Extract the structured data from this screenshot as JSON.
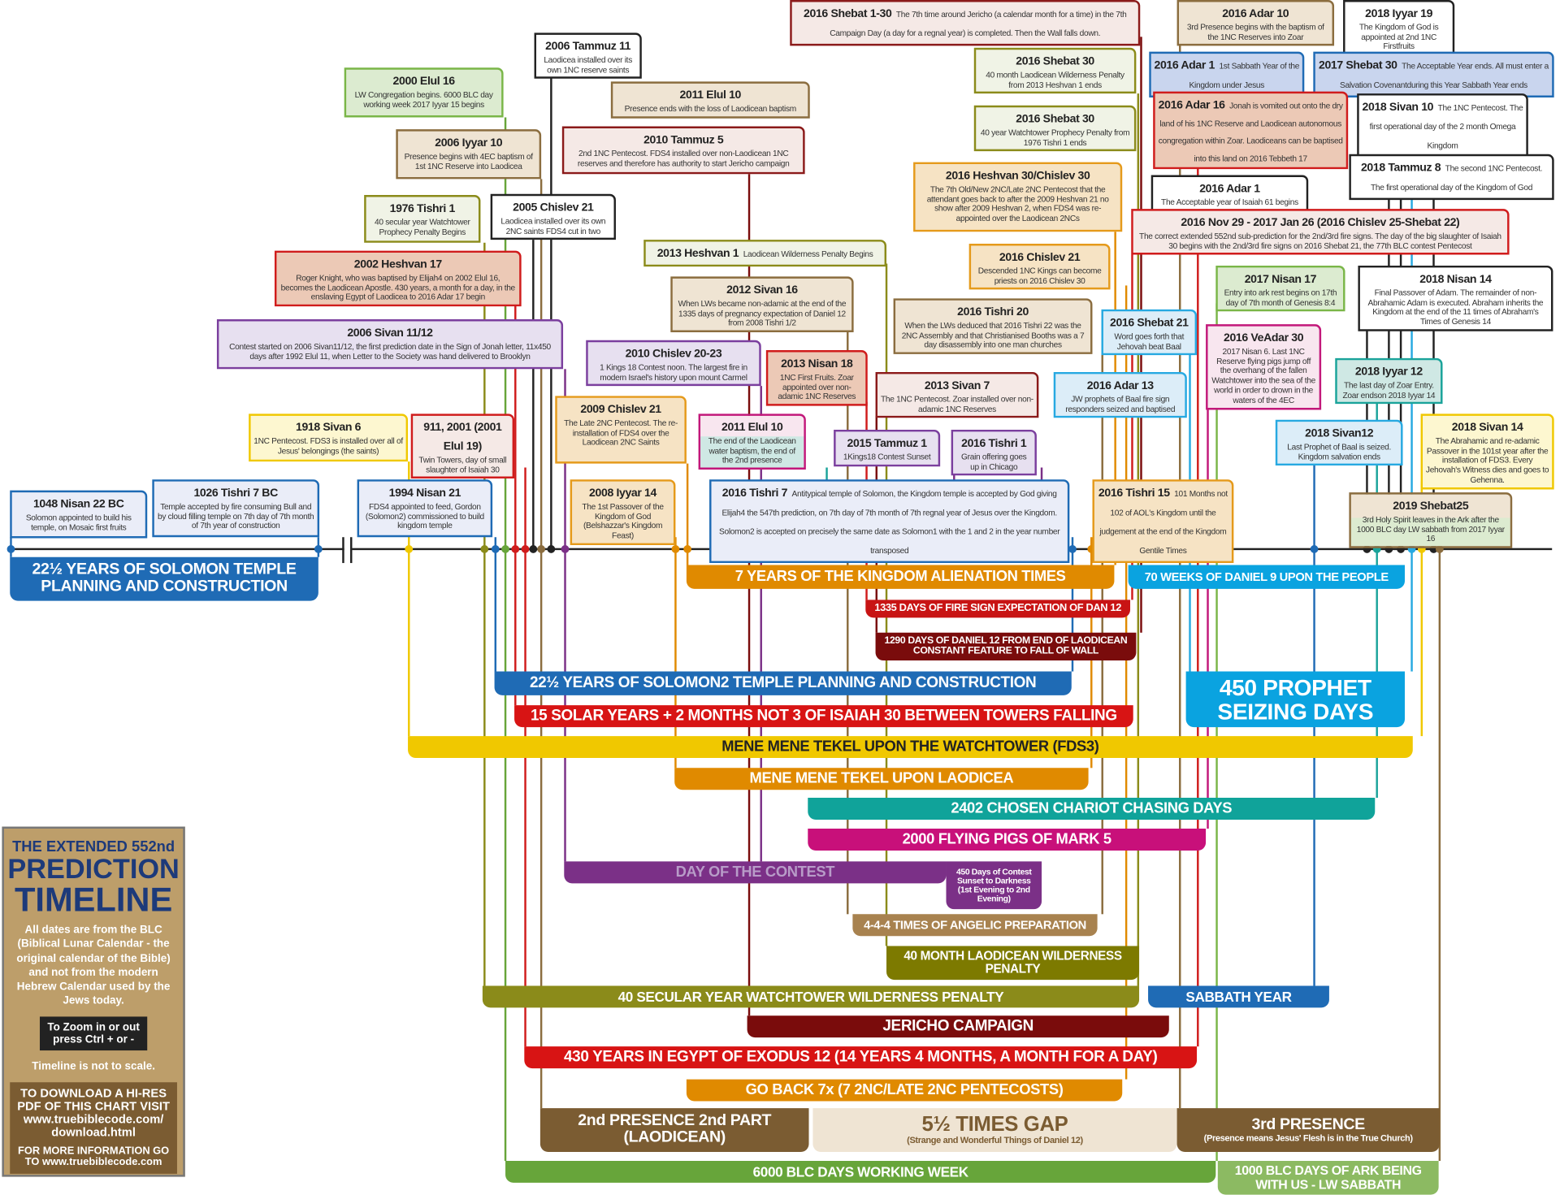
{
  "legend": {
    "title_line1": "THE EXTENDED 552nd",
    "title_line2": "PREDICTION",
    "title_line3": "TIMELINE",
    "description": "All dates are from the BLC (Biblical Lunar Calendar - the original calendar of the Bible) and not from the modern Hebrew Calendar used by the Jews today.",
    "zoom_hint": "To Zoom in or out press Ctrl + or -",
    "scale_note": "Timeline is not to scale.",
    "download": "TO DOWNLOAD A HI-RES PDF OF THIS CHART VISIT www.truebiblecode.com/ download.html",
    "more_info": "FOR MORE INFORMATION GO TO www.truebiblecode.com"
  },
  "events": [
    {
      "date": "2006 Tammuz 11",
      "text": "Laodicea installed over its own 1NC reserve saints"
    },
    {
      "date": "2000 Elul 16",
      "text": "LW Congregation begins. 6000 BLC day working week 2017 Iyyar 15 begins"
    },
    {
      "date": "2011 Elul 10",
      "text": "Presence ends with the loss of Laodicean baptism"
    },
    {
      "date": "2006 Iyyar 10",
      "text": "Presence begins with 4EC baptism of 1st 1NC Reserve into Laodicea"
    },
    {
      "date": "2010 Tammuz 5",
      "text": "2nd 1NC Pentecost. FDS4 installed over non-Laodicean 1NC reserves and therefore has authority to start Jericho campaign"
    },
    {
      "date": "1976 Tishri 1",
      "text": "40 secular year Watchtower Prophecy Penalty Begins"
    },
    {
      "date": "2005 Chislev 21",
      "text": "Laodicea installed over its own 2NC saints FDS4 cut in two"
    },
    {
      "date": "2013 Heshvan 1",
      "text": "Laodicean Wilderness Penalty Begins"
    },
    {
      "date": "2002 Heshvan 17",
      "text": "Roger Knight, who was baptised by Elijah4 on 2002 Elul 16, becomes the Laodicean Apostle. 430 years, a month for a day, in the enslaving Egypt of Laodicea to 2016 Adar 17 begin"
    },
    {
      "date": "2006 Sivan 11/12",
      "text": "Contest started on 2006 Sivan11/12, the first prediction date in the Sign of Jonah letter, 11x450 days after 1992 Elul 11, when Letter to the Society was hand delivered to Brooklyn"
    },
    {
      "date": "2012 Sivan 16",
      "text": "When LWs became non-adamic at the end of the 1335 days of pregnancy expectation of Daniel 12 from 2008 Tishri 1/2"
    },
    {
      "date": "2010 Chislev 20-23",
      "text": "1 Kings 18 Contest noon. The largest fire in modern Israel's history upon mount Carmel"
    },
    {
      "date": "2013 Nisan 18",
      "text": "1NC First Fruits. Zoar appointed over non-adamic 1NC Reserves"
    },
    {
      "date": "1918 Sivan 6",
      "text": "1NC Pentecost. FDS3 is installed over all of Jesus' belongings (the saints)"
    },
    {
      "date": "911, 2001 (2001 Elul 19)",
      "text": "Twin Towers, day of small slaughter of Isaiah 30"
    },
    {
      "date": "2009 Chislev 21",
      "text": "The Late 2NC Pentecost. The re-installation of FDS4 over the Laodicean 2NC Saints"
    },
    {
      "date": "2011 Elul 10",
      "text": "The end of the Laodicean water baptism, the end of the 2nd presence"
    },
    {
      "date": "2013 Sivan 7",
      "text": "The 1NC Pentecost. Zoar installed over non-adamic 1NC Reserves"
    },
    {
      "date": "2015 Tammuz 1",
      "text": "1Kings18 Contest Sunset"
    },
    {
      "date": "2016 Tishri 1",
      "text": "Grain offering goes up in Chicago"
    },
    {
      "date": "1048 Nisan 22 BC",
      "text": "Solomon appointed to build his temple, on Mosaic first fruits"
    },
    {
      "date": "1026 Tishri 7 BC",
      "text": "Temple accepted by fire consuming Bull and by cloud filling temple on 7th day of 7th month of 7th year of construction"
    },
    {
      "date": "1994 Nisan 21",
      "text": "FDS4 appointed to feed, Gordon (Solomon2) commissioned to build kingdom temple"
    },
    {
      "date": "2008 Iyyar 14",
      "text": "The 1st Passover of the Kingdom of God (Belshazzar's Kingdom Feast)"
    },
    {
      "date": "2016 Tishri 7",
      "text": "Antitypical temple of Solomon, the Kingdom temple is accepted by God giving Elijah4 the 547th prediction, on 7th day of 7th month of 7th regnal year of Jesus over the Kingdom. Solomon2 is accepted on precisely the same date as Solomon1 with the 1 and 2 in the year number transposed"
    },
    {
      "date": "2016 Tishri 15",
      "text": "101 Months not 102 of AOL's Kingdom until the judgement at the end of the Kingdom Gentile Times"
    },
    {
      "date": "2016 Shebat 1-30",
      "text": "The 7th time around Jericho (a calendar month for a time) in the 7th Campaign Day (a day for a regnal year) is completed. Then the Wall falls down."
    },
    {
      "date": "2016 Shebat 30",
      "text": "40 month Laodicean Wilderness Penalty from 2013 Heshvan 1 ends"
    },
    {
      "date": "2016 Shebat 30",
      "text": "40 year Watchtower Prophecy Penalty from 1976 Tishri 1 ends"
    },
    {
      "date": "2016 Heshvan 30/Chislev 30",
      "text": "The 7th Old/New 2NC/Late 2NC Pentecost that the attendant goes back to after the 2009 Heshvan 21 no show after 2009 Heshvan 2, when FDS4 was re-appointed over the Laodicean 2NCs"
    },
    {
      "date": "2016 Chislev 21",
      "text": "Descended 1NC Kings can become priests on 2016 Chislev 30"
    },
    {
      "date": "2016 Tishri 20",
      "text": "When the LWs deduced that 2016 Tishri 22 was the 2NC Assembly and that Christianised Booths was a 7 day disassembly into one man churches"
    },
    {
      "date": "2016 Shebat 21",
      "text": "Word goes forth that Jehovah beat Baal"
    },
    {
      "date": "2016 Adar 13",
      "text": "JW prophets of Baal fire sign responders seized and baptised"
    },
    {
      "date": "2016 Adar 10",
      "text": "3rd Presence begins with the baptism of the 1NC Reserves into Zoar"
    },
    {
      "date": "2018 Iyyar 19",
      "text": "The Kingdom of God is appointed at 2nd 1NC Firstfruits"
    },
    {
      "date": "2016 Adar 1",
      "text": "1st Sabbath Year of the Kingdom under Jesus"
    },
    {
      "date": "2017 Shebat 30",
      "text": "The Acceptable Year ends. All must enter a Salvation Covenantduring this Year Sabbath Year ends"
    },
    {
      "date": "2016 Adar 16",
      "text": "Jonah is vomited out onto the dry land of his 1NC Reserve and Laodicean autonomous congregation within Zoar. Laodiceans can be baptised into this land on 2016 Tebbeth 17"
    },
    {
      "date": "2018 Sivan 10",
      "text": "The 1NC Pentecost. The first operational day of the 2 month Omega Kingdom"
    },
    {
      "date": "2016 Adar 1",
      "text": "The Acceptable year of Isaiah 61 begins"
    },
    {
      "date": "2018 Tammuz 8",
      "text": "The second 1NC Pentecost. The first operational day of the Kingdom of God"
    },
    {
      "date": "2016 Nov 29 - 2017 Jan 26 (2016 Chislev 25-Shebat 22)",
      "text": "The correct extended 552nd sub-prediction for the 2nd/3rd fire signs. The day of the big slaughter of Isaiah 30 begins with the 2nd/3rd fire signs on 2016 Shebat 21, the 77th BLC contest Pentecost"
    },
    {
      "date": "2017 Nisan 17",
      "text": "Entry into ark rest begins on 17th day of 7th month of Genesis 8:4"
    },
    {
      "date": "2018 Nisan 14",
      "text": "Final Passover of Adam. The remainder of non-Abrahamic Adam is executed. Abraham inherits the Kingdom at the end of the 11 times of Abraham's Times of Genesis 14"
    },
    {
      "date": "2016 VeAdar 30",
      "text": "2017 Nisan 6. Last 1NC Reserve flying pigs jump off the overhang of the fallen Watchtower into the sea of the world in order to drown in the waters of the 4EC"
    },
    {
      "date": "2018 Iyyar 12",
      "text": "The last day of Zoar Entry. Zoar endson 2018 Iyyar 14"
    },
    {
      "date": "2018 Sivan12",
      "text": "Last Prophet of Baal is seized. Kingdom salvation ends"
    },
    {
      "date": "2018 Sivan 14",
      "text": "The Abrahamic and re-adamic Passover in the 101st year after the installation of FDS3. Every Jehovah's Witness dies and goes to Gehenna."
    },
    {
      "date": "2019 Shebat25",
      "text": "3rd Holy Spirit leaves in the Ark after the 1000 BLC day LW sabbath from 2017 Iyyar 16"
    }
  ],
  "periods": [
    {
      "label": "22½ YEARS OF SOLOMON TEMPLE PLANNING AND CONSTRUCTION"
    },
    {
      "label": "7 YEARS OF THE KINGDOM ALIENATION TIMES"
    },
    {
      "label": "70 WEEKS OF DANIEL 9 UPON THE PEOPLE"
    },
    {
      "label": "1335 DAYS OF FIRE SIGN EXPECTATION OF DAN 12"
    },
    {
      "label": "1290 DAYS OF DANIEL 12 FROM END OF LAODICEAN CONSTANT FEATURE TO FALL OF WALL"
    },
    {
      "label": "22½ YEARS OF SOLOMON2 TEMPLE PLANNING AND CONSTRUCTION"
    },
    {
      "label": "450 PROPHET SEIZING DAYS"
    },
    {
      "label": "15 SOLAR YEARS + 2 MONTHS NOT 3 OF ISAIAH 30 BETWEEN TOWERS FALLING"
    },
    {
      "label": "MENE MENE TEKEL UPON THE WATCHTOWER (FDS3)"
    },
    {
      "label": "MENE MENE TEKEL UPON LAODICEA"
    },
    {
      "label": "2402 CHOSEN CHARIOT CHASING DAYS"
    },
    {
      "label": "2000 FLYING PIGS OF MARK 5"
    },
    {
      "label": "DAY OF THE   CONTEST"
    },
    {
      "label": "450 Days of Contest Sunset to Darkness (1st Evening to 2nd Evening)"
    },
    {
      "label": "4-4-4 TIMES OF ANGELIC PREPARATION"
    },
    {
      "label": "40 MONTH LAODICEAN WILDERNESS PENALTY"
    },
    {
      "label": "40 SECULAR YEAR WATCHTOWER WILDERNESS PENALTY"
    },
    {
      "label": "SABBATH YEAR"
    },
    {
      "label": "JERICHO CAMPAIGN"
    },
    {
      "label": "430 YEARS IN EGYPT OF EXODUS 12 (14 YEARS 4 MONTHS, A MONTH FOR A DAY)"
    },
    {
      "label": "GO BACK 7x (7 2NC/LATE 2NC PENTECOSTS)"
    },
    {
      "label": "2nd PRESENCE 2nd PART (LAODICEAN)"
    },
    {
      "label": "5½ TIMES GAP",
      "sub": "(Strange and Wonderful Things of Daniel 12)"
    },
    {
      "label": "3rd PRESENCE",
      "sub": "(Presence means Jesus' Flesh is in the True Church)"
    },
    {
      "label": "6000 BLC DAYS WORKING WEEK"
    },
    {
      "label": "1000 BLC DAYS OF ARK BEING WITH US - LW SABBATH"
    }
  ],
  "colors": {
    "blue": "#1f6bb5",
    "light_blue": "#0aa3e0",
    "orange": "#e08a00",
    "red": "#d81414",
    "dark_red": "#7a0c0c",
    "yellow": "#f0c800",
    "teal": "#10a39a",
    "magenta": "#c8107a",
    "purple": "#7b3087",
    "brown": "#7b5c32",
    "olive": "#8b8b1a",
    "green": "#67a53a"
  }
}
